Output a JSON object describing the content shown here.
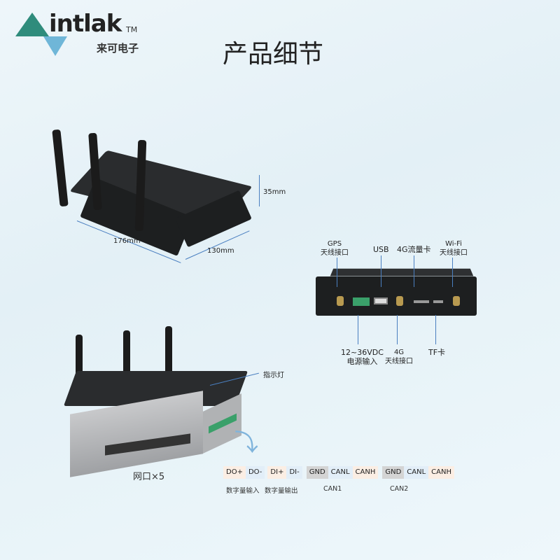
{
  "logo": {
    "brand": "intlak",
    "tm": "TM",
    "cn": "来可电子"
  },
  "title": "产品细节",
  "dims": {
    "height": "35mm",
    "length": "176mm",
    "width": "130mm"
  },
  "front_labels": {
    "gps": [
      "GPS",
      "天线接口"
    ],
    "usb": "USB",
    "sim": "4G流量卡",
    "wifi": [
      "Wi-Fi",
      "天线接口"
    ],
    "power": [
      "12~36VDC",
      "电源输入"
    ],
    "lte": [
      "4G",
      "天线接口"
    ],
    "tf": "TF卡"
  },
  "side": {
    "indicator": "指示灯",
    "ports": "网口×5"
  },
  "terminals": [
    {
      "label": "DO+",
      "bg": "#fbeee4"
    },
    {
      "label": "DO-",
      "bg": "#e2eef8"
    },
    {
      "label": "DI+",
      "bg": "#fbeee4"
    },
    {
      "label": "DI-",
      "bg": "#e2eef8"
    },
    {
      "label": "GND",
      "bg": "#d4d4d4"
    },
    {
      "label": "CANL",
      "bg": "#e2eef8"
    },
    {
      "label": "CANH",
      "bg": "#fbeee4"
    },
    {
      "label": "GND",
      "bg": "#d4d4d4"
    },
    {
      "label": "CANL",
      "bg": "#e2eef8"
    },
    {
      "label": "CANH",
      "bg": "#fbeee4"
    }
  ],
  "terminal_groups": [
    "数字量输入",
    "数字量输出",
    "CAN1",
    "CAN2"
  ]
}
